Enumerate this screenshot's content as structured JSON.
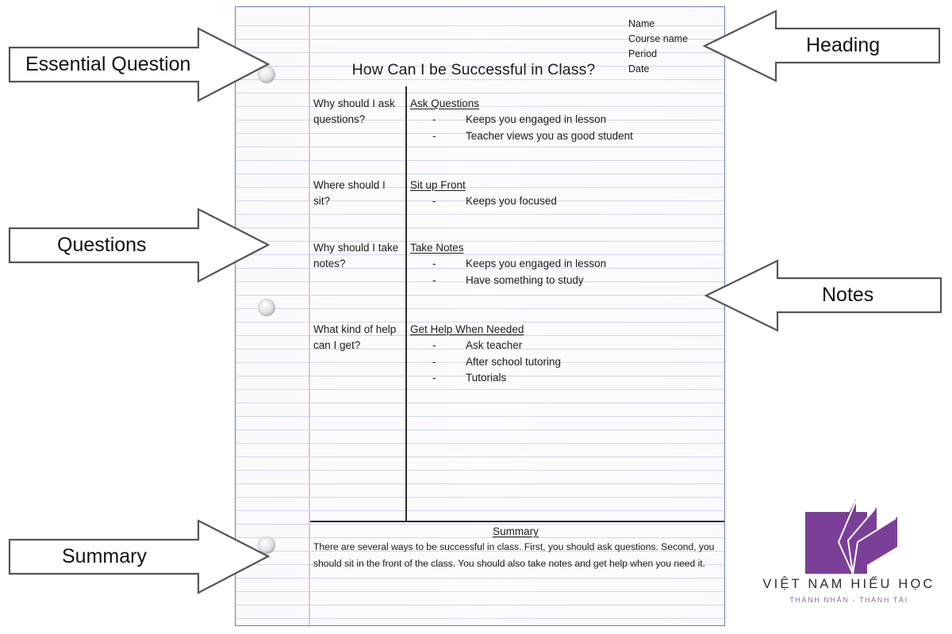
{
  "callouts": [
    {
      "label": "Essential Question",
      "direction": "right",
      "target": "essential-question"
    },
    {
      "label": "Questions",
      "direction": "right",
      "target": "questions-column"
    },
    {
      "label": "Summary",
      "direction": "right",
      "target": "summary-section"
    },
    {
      "label": "Heading",
      "direction": "left",
      "target": "heading-block"
    },
    {
      "label": "Notes",
      "direction": "left",
      "target": "notes-column"
    }
  ],
  "page": {
    "essential_question": "How Can I be Successful in Class?",
    "heading_fields": [
      "Name",
      "Course name",
      "Period",
      "Date"
    ],
    "rows": [
      {
        "question": "Why should I ask questions?",
        "note_title": "Ask Questions",
        "note_items": [
          "Keeps you engaged in lesson",
          "Teacher views you as good student"
        ]
      },
      {
        "question": "Where should I sit?",
        "note_title": "Sit up Front",
        "note_items": [
          "Keeps you focused"
        ]
      },
      {
        "question": "Why should I take notes?",
        "note_title": "Take Notes",
        "note_items": [
          "Keeps you engaged in lesson",
          "Have something to study"
        ]
      },
      {
        "question": "What kind of help can I get?",
        "note_title": "Get Help When Needed",
        "note_items": [
          "Ask teacher",
          "After school tutoring",
          "Tutorials"
        ]
      }
    ],
    "bullet_dash": "-",
    "summary_title": "Summary",
    "summary_text": "There are several ways to be successful in class.  First, you should ask questions.  Second, you should sit in the front of the class. You should also take notes and get help when you need it."
  },
  "logo": {
    "name": "VIỆT NAM HIẾU HỌC",
    "tagline": "THÀNH NHÂN - THÀNH TÀI",
    "color": "#7B3F98"
  }
}
